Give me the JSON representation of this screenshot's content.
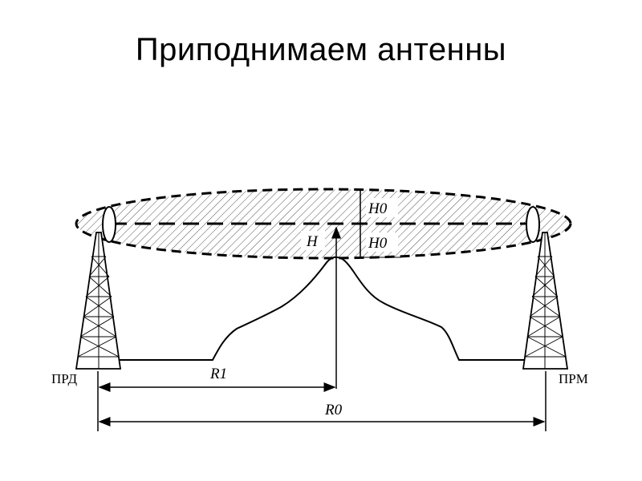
{
  "slide": {
    "title": "Приподнимаем антенны"
  },
  "diagram": {
    "transmitter_label": "ПРД",
    "receiver_label": "ПРМ",
    "zone_upper_label": "H0",
    "zone_lower_label": "H0",
    "clearance_label": "H",
    "partial_distance_label": "R1",
    "total_distance_label": "R0"
  }
}
